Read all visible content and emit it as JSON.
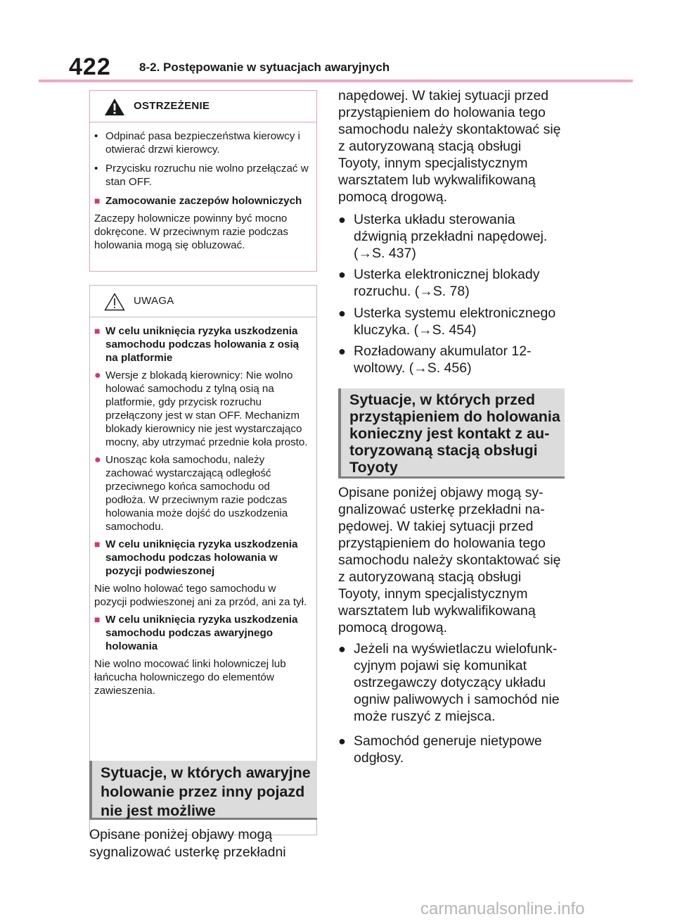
{
  "header": {
    "page_number": "422",
    "section": "8-2. Postępowanie w sytuacjach awaryjnych"
  },
  "warning_box": {
    "title": "OSTRZEŻENIE",
    "bullets": [
      "Odpinać pasa bezpieczeństwa kie­rowcy i otwierać drzwi kierowcy.",
      "Przycisku rozruchu nie wolno prze­łączać w stan OFF."
    ],
    "subhead": "Zamocowanie zaczepów holow­niczych",
    "text": "Zaczepy holownicze powinny być moc­no dokręcone. W przeciwnym razie pod­czas holowania mogą się obluzować."
  },
  "caution_box": {
    "title": "UWAGA",
    "subhead1": "W celu uniknięcia ryzyka uszko­dzenia samochodu podczas ho­lowania z osią na platformie",
    "item1": "Wersje z blokadą kierownicy: Nie wolno holować samochodu z tylną osią na platformie, gdy przycisk roz­ruchu przełączony jest w stan OFF. Mechanizm blokady kierownicy nie jest wystarczająco mocny, aby utrzymać przednie koła prosto.",
    "item2": "Unosząc koła samochodu, należy zachować wystarczającą odległość przeciwnego końca samochodu od podłoża. W przeciwnym razie pod­czas holowania może dojść do uszkodzenia samochodu.",
    "subhead2": "W celu uniknięcia ryzyka uszko­dzenia samochodu podczas ho­lowania w pozycji podwieszonej",
    "text2": "Nie wolno holować tego samochodu w pozycji podwieszonej ani za przód, ani za tył.",
    "subhead3": "W celu uniknięcia ryzyka uszko­dzenia samochodu podczas awaryjnego holowania",
    "text3": "Nie wolno mocować linki holowniczej lub łańcucha holowniczego do elemen­tów zawieszenia."
  },
  "left_section": {
    "heading": "Sytuacje, w których awaryjne holowanie przez inny pojazd nie jest możliwe",
    "para": "Opisane poniżej objawy mogą sygnalizować usterkę przekładni"
  },
  "right_column": {
    "para1": "napędowej. W takiej sytuacji przed przystąpieniem do holowania tego samochodu należy skontaktować się z autoryzowaną stacją obsługi Toyoty, innym specjalistycznym warsztatem lub wykwalifikowaną pomocą drogową.",
    "bullets1": [
      "Usterka układu sterowania dźwignią przekładni napędowej. (→S. 437)",
      "Usterka elektronicznej blokady rozruchu. (→S. 78)",
      "Usterka systemu elektronicznego kluczyka. (→S. 454)",
      "Rozładowany akumulator 12-woltowy. (→S. 456)"
    ],
    "heading": "Sytuacje, w których przed przystąpieniem do holowania konieczny jest kontakt z au­toryzowaną stacją obsługi Toyoty",
    "para2": "Opisane poniżej objawy mogą sy­gnalizować usterkę przekładni na­pędowej. W takiej sytuacji przed przystąpieniem do holowania tego samochodu należy skontaktować się z autoryzowaną stacją obsługi Toyoty, innym specjalistycznym warsztatem lub wykwalifikowaną pomocą drogową.",
    "bullets2": [
      "Jeżeli na wyświetlaczu wielofunk­cyjnym pojawi się komunikat ostrzegawczy dotyczący układu ogniw paliwowych i samochód nie może ruszyć z miejsca.",
      "Samochód generuje nietypowe odgłosy."
    ]
  },
  "watermark": "carmanualsonline.info",
  "colors": {
    "accent": "#d2357a",
    "rule": "#f0a8c6",
    "heading_bg": "#dcdcdc",
    "heading_border": "#7f7f7f"
  }
}
